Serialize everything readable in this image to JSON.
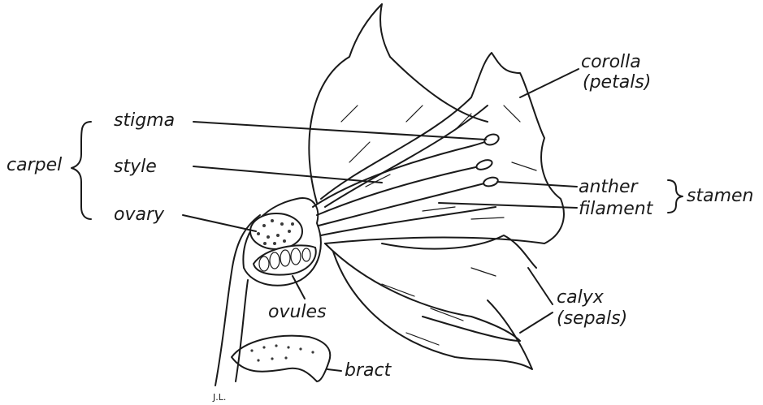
{
  "diagram": {
    "labels": {
      "carpel": "carpel",
      "stigma": "stigma",
      "style": "style",
      "ovary": "ovary",
      "ovules": "ovules",
      "corolla": "corolla",
      "petals": "(petals)",
      "anther": "anther",
      "filament": "filament",
      "stamen": "stamen",
      "calyx": "calyx",
      "sepals": "(sepals)",
      "bract": "bract",
      "signature": "J.L."
    }
  }
}
